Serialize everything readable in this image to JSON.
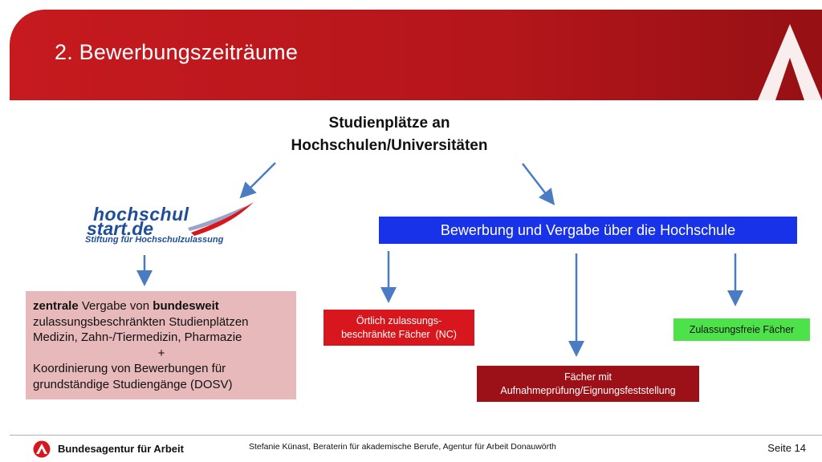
{
  "slide": {
    "title": "2. Bewerbungszeiträume"
  },
  "main": {
    "heading_line1": "Studienplätze an",
    "heading_line2": "Hochschulen/Universitäten"
  },
  "logo": {
    "line1": "hochschul",
    "line2": "start.de",
    "tagline": "Stiftung für Hochschulzulassung"
  },
  "blue_bar": {
    "label": "Bewerbung und Vergabe über die Hochschule"
  },
  "pink_box": {
    "line1_bold_a": "zentrale",
    "line1_mid": " Vergabe von ",
    "line1_bold_b": "bundesweit",
    "line2": "zulassungsbeschränkten Studienplätzen",
    "line3": "Medizin, Zahn-/Tiermedizin, Pharmazie",
    "plus": "+",
    "line4": "Koordinierung von Bewerbungen für",
    "line5": "grundständige Studiengänge (DOSV)"
  },
  "red_box": {
    "line1": "Örtlich zulassungs-",
    "line2": "beschränkte Fächer  (NC)"
  },
  "dark_box": {
    "line1": "Fächer mit",
    "line2": "Aufnahmeprüfung/Eignungsfeststellung"
  },
  "green_box": {
    "label": "Zulassungsfreie Fächer"
  },
  "footer": {
    "org": "Bundesagentur für Arbeit",
    "author": "Stefanie Künast, Beraterin für akademische Berufe, Agentur für Arbeit Donauwörth",
    "page": "Seite 14"
  },
  "colors": {
    "header_red": "#c61a1f",
    "blue_bar": "#1732e8",
    "pink_box": "#e8b9bb",
    "red_box": "#d7161d",
    "dark_red_box": "#9c1018",
    "green_box": "#4ee24a",
    "arrow": "#4a7cc4"
  }
}
